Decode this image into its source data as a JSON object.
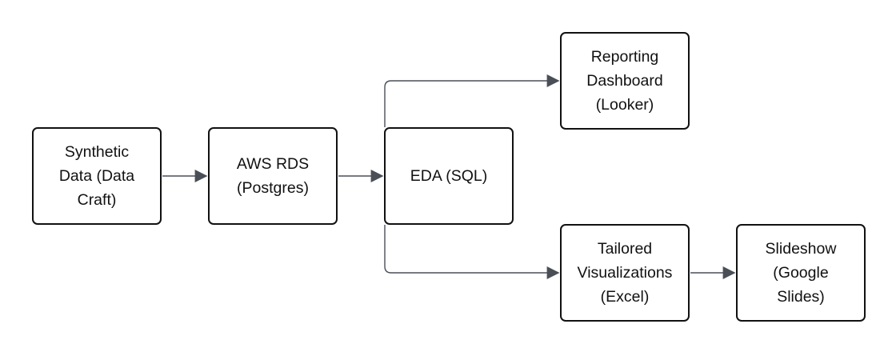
{
  "colors": {
    "node_border": "#111111",
    "connector": "#4a4f57",
    "text": "#111111",
    "background": "#ffffff"
  },
  "nodes": {
    "synthetic": {
      "lines": [
        "Synthetic",
        "Data (Data",
        "Craft)"
      ]
    },
    "rds": {
      "lines": [
        "AWS RDS",
        "(Postgres)"
      ]
    },
    "eda": {
      "lines": [
        "EDA (SQL)"
      ]
    },
    "reporting": {
      "lines": [
        "Reporting",
        "Dashboard",
        "(Looker)"
      ]
    },
    "tailored": {
      "lines": [
        "Tailored",
        "Visualizations",
        "(Excel)"
      ]
    },
    "slideshow": {
      "lines": [
        "Slideshow",
        "(Google",
        "Slides)"
      ]
    }
  },
  "edges": [
    {
      "from": "synthetic",
      "to": "rds"
    },
    {
      "from": "rds",
      "to": "eda"
    },
    {
      "from": "eda",
      "to": "reporting"
    },
    {
      "from": "eda",
      "to": "tailored"
    },
    {
      "from": "tailored",
      "to": "slideshow"
    }
  ]
}
